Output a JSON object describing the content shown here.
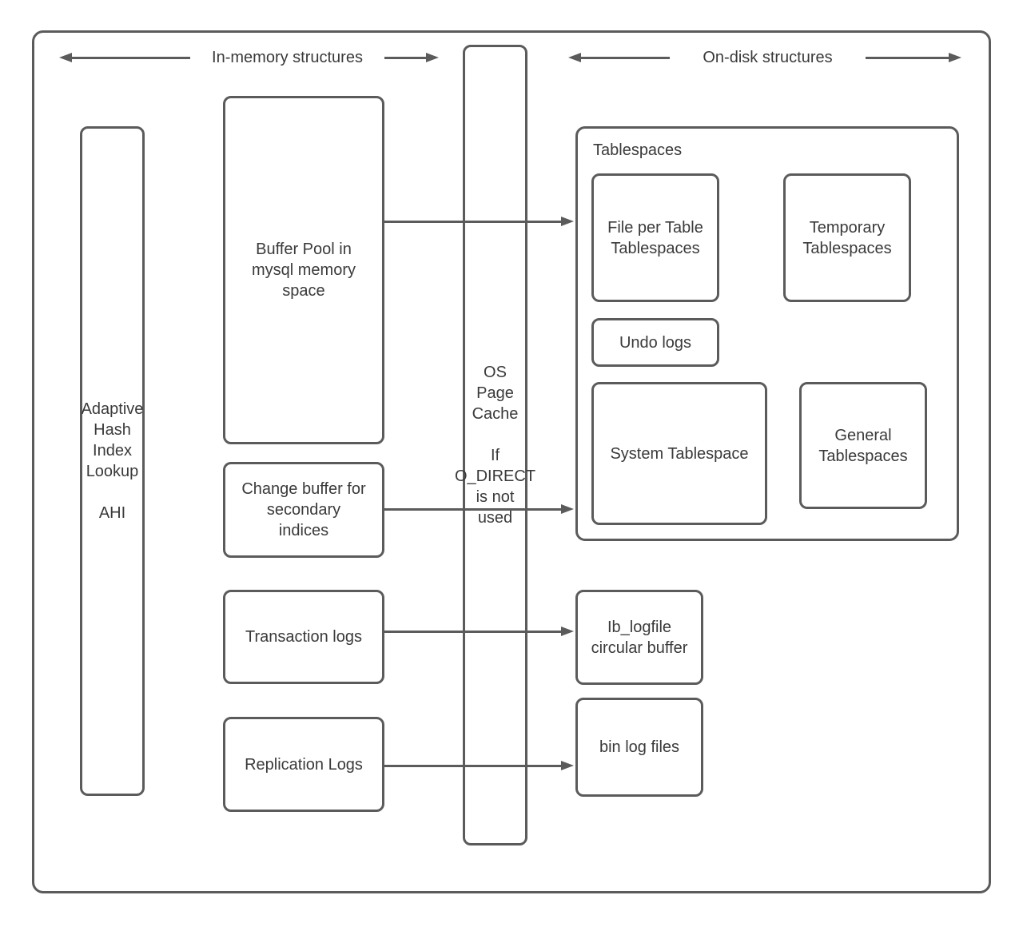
{
  "colors": {
    "stroke": "#5b5b5b",
    "text": "#3a3a3a",
    "background": "#ffffff"
  },
  "header": {
    "in_memory_label": "In-memory structures",
    "on_disk_label": "On-disk structures"
  },
  "nodes": {
    "ahi": {
      "text": "Adaptive\nHash\nIndex\nLookup\n\nAHI"
    },
    "buffer_pool": {
      "text": "Buffer Pool in\nmysql memory\nspace"
    },
    "change_buffer": {
      "text": "Change buffer for\nsecondary\nindices"
    },
    "transaction_logs": {
      "text": "Transaction logs"
    },
    "replication_logs": {
      "text": "Replication Logs"
    },
    "os_page_cache": {
      "text": "OS\nPage\nCache\n\nIf\nO_DIRECT\nis not\nused"
    },
    "tablespaces_group": {
      "label": "Tablespaces"
    },
    "file_per_table": {
      "text": "File per Table\nTablespaces"
    },
    "temporary_tablespaces": {
      "text": "Temporary\nTablespaces"
    },
    "undo_logs": {
      "text": "Undo logs"
    },
    "system_tablespace": {
      "text": "System Tablespace"
    },
    "general_tablespaces": {
      "text": "General\nTablespaces"
    },
    "ib_logfile": {
      "text": "Ib_logfile\ncircular buffer"
    },
    "bin_log_files": {
      "text": "bin log files"
    }
  }
}
